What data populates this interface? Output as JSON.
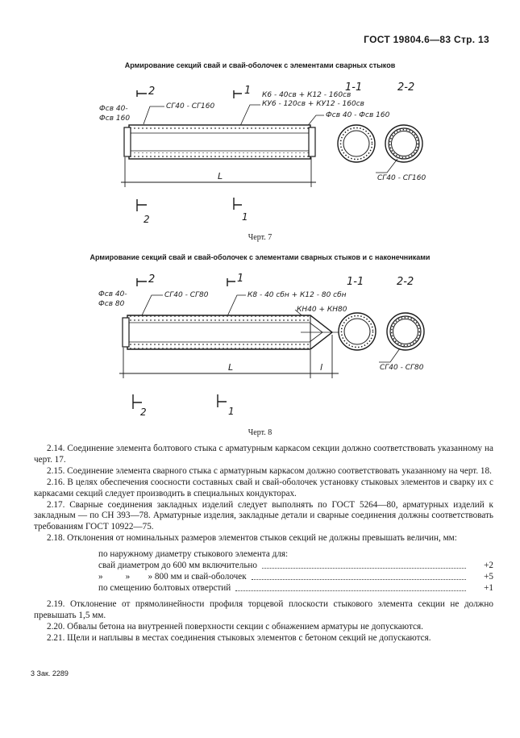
{
  "header": {
    "text": "ГОСТ 19804.6—83 Стр. 13"
  },
  "fig7": {
    "title": "Армирование секций свай и свай-оболочек с элементами сварных стыков",
    "caption": "Черт. 7",
    "labels": {
      "fsv_left_1": "Фсв 40-",
      "fsv_left_2": "Фсв 160",
      "sg": "СГ40 - СГ160",
      "k6": "К6 - 40св + К12 - 160св",
      "ku6": "КУ6 - 120св + КУ12 - 160св",
      "fsv_right": "Фсв 40 - Фсв 160",
      "sec11": "1-1",
      "sec22": "2-2",
      "sg_right": "СГ40 - СГ160",
      "L": "L",
      "n2": "2",
      "n1": "1",
      "b2": "2",
      "b1": "1"
    }
  },
  "fig8": {
    "title": "Армирование секций свай и свай-оболочек с элементами сварных стыков и с наконечниками",
    "caption": "Черт. 8",
    "labels": {
      "fsv_left_1": "Фсв 40-",
      "fsv_left_2": "Фсв 80",
      "sg": "СГ40 - СГ80",
      "k8": "К8 - 40 сбн + К12 - 80 сбн",
      "kn": "КН40 + КН80",
      "sec11": "1-1",
      "sec22": "2-2",
      "sg_right": "СГ40 - СГ80",
      "L": "L",
      "l": "l",
      "n2": "2",
      "n1": "1",
      "b2": "2",
      "b1": "1"
    }
  },
  "paragraphs": [
    "2.14. Соединение элемента болтового стыка с арматурным каркасом секции должно соответствовать указанному на черт. 17.",
    "2.15. Соединение элемента сварного стыка с арматурным каркасом должно соответствовать указанному на черт. 18.",
    "2.16. В целях обеспечения соосности составных свай и свай-оболочек установку стыковых элементов и сварку их с каркасами секций следует производить в специальных кондукторах.",
    "2.17. Сварные соединения закладных изделий следует выполнять по ГОСТ 5264—80, арматурных изделий к закладным — по СН 393—78. Арматурные изделия, закладные детали и сварные соединения должны соответствовать требованиям ГОСТ 10922—75.",
    "2.18. Отклонения от номинальных размеров элементов стыков секций не должны превышать величин, мм:"
  ],
  "tolerances": {
    "intro": "по наружному диаметру стыкового элемента для:",
    "rows": [
      {
        "label": "свай диаметром до 600 мм включительно",
        "value": "+2"
      },
      {
        "label": "»          »        » 800 мм и свай-оболочек",
        "value": "+5"
      },
      {
        "label": "по смещению болтовых отверстий",
        "value": "+1"
      }
    ]
  },
  "paragraphs2": [
    "2.19. Отклонение от прямолинейности профиля торцевой плоскости стыкового элемента секции не должно превышать 1,5 мм.",
    "2.20. Обвалы бетона на внутренней поверхности секции с обнажением арматуры не допускаются.",
    "2.21. Щели и наплывы в местах соединения стыковых элементов с бетоном секций не допускаются."
  ],
  "footer": {
    "text": "3 Зак. 2289"
  }
}
